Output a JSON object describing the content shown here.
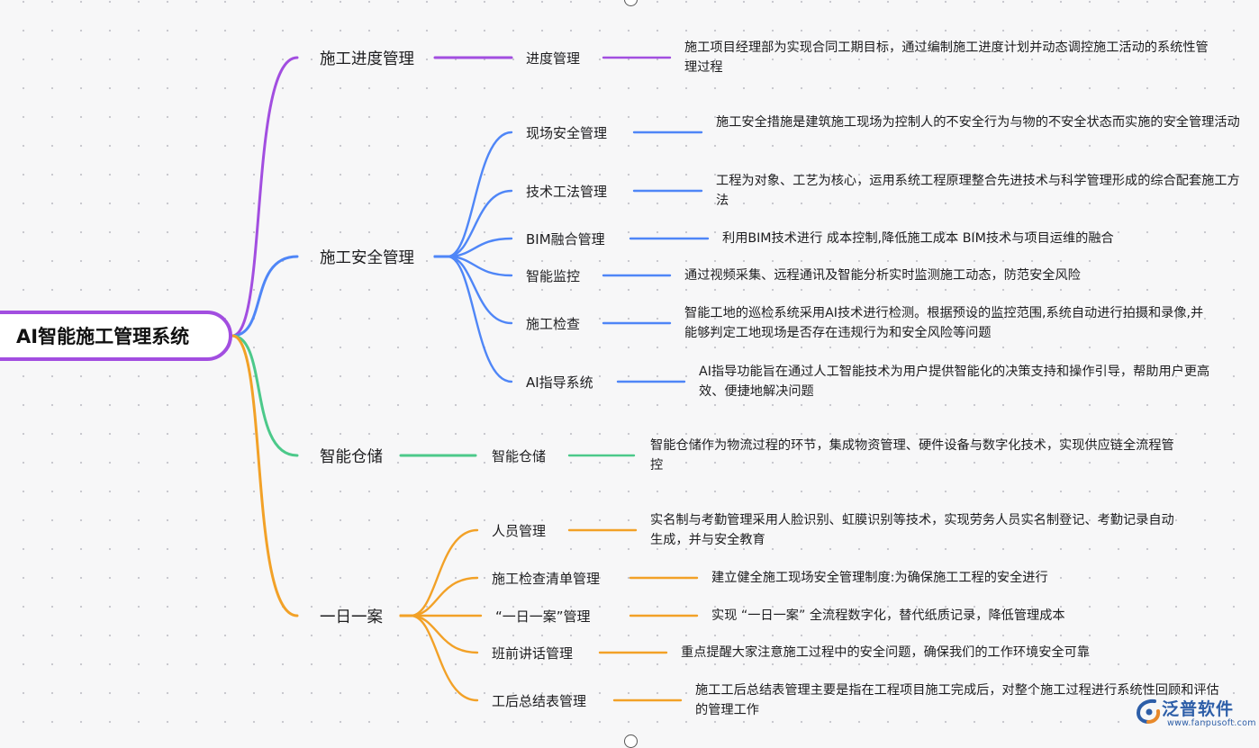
{
  "colors": {
    "purple": "#a24ee0",
    "blue": "#4f86f7",
    "green": "#4cc98a",
    "orange": "#f2a127"
  },
  "root": {
    "label": "AI智能施工管理系统"
  },
  "branches": [
    {
      "label": "施工进度管理",
      "color": "purple",
      "children": [
        {
          "label": "进度管理",
          "desc": "施工项目经理部为实现合同工期目标，通过编制施工进度计划并动态调控施工活动的系统性管理过程"
        }
      ]
    },
    {
      "label": "施工安全管理",
      "color": "blue",
      "children": [
        {
          "label": "现场安全管理",
          "desc": "施工安全措施是建筑施工现场为控制人的不安全行为与物的不安全状态而实施的安全管理活动"
        },
        {
          "label": "技术工法管理",
          "desc": "工程为对象、工艺为核心，运用系统工程原理整合先进技术与科学管理形成的综合配套施工方法"
        },
        {
          "label": "BIM融合管理",
          "desc": "利用BIM技术进行 成本控制,降低施工成本 BIM技术与项目运维的融合"
        },
        {
          "label": "智能监控",
          "desc": "通过视频采集、远程通讯及智能分析实时监测施工动态，防范安全风险"
        },
        {
          "label": "施工检查",
          "desc": "智能工地的巡检系统采用AI技术进行检测。根据预设的监控范围,系统自动进行拍摄和录像,并能够判定工地现场是否存在违规行为和安全风险等问题"
        },
        {
          "label": "AI指导系统",
          "desc": "AI指导功能旨在通过人工智能技术为用户提供智能化的决策支持和操作引导，帮助用户更高效、便捷地解决问题"
        }
      ]
    },
    {
      "label": "智能仓储",
      "color": "green",
      "children": [
        {
          "label": "智能仓储",
          "desc": "智能仓储作为物流过程的环节，集成物资管理、硬件设备与数字化技术，实现供应链全流程管控"
        }
      ]
    },
    {
      "label": "一日一案",
      "color": "orange",
      "children": [
        {
          "label": "人员管理",
          "desc": "实名制与考勤管理采用人脸识别、虹膜识别等技术，实现劳务人员实名制登记、考勤记录自动生成，并与安全教育"
        },
        {
          "label": "施工检查清单管理",
          "desc": "建立健全施工现场安全管理制度:为确保施工工程的安全进行"
        },
        {
          "label": "“一日一案”管理",
          "desc": "实现 “一日一案” 全流程数字化，替代纸质记录，降低管理成本"
        },
        {
          "label": "班前讲话管理",
          "desc": "重点提醒大家注意施工过程中的安全问题，确保我们的工作环境安全可靠"
        },
        {
          "label": "工后总结表管理",
          "desc": "施工工后总结表管理主要是指在工程项目施工完成后，对整个施工过程进行系统性回顾和评估的管理工作"
        }
      ]
    }
  ],
  "watermark": {
    "name": "泛普软件",
    "url": "www.fanpusoft.com",
    "icon": "fanpu-logo-icon"
  }
}
